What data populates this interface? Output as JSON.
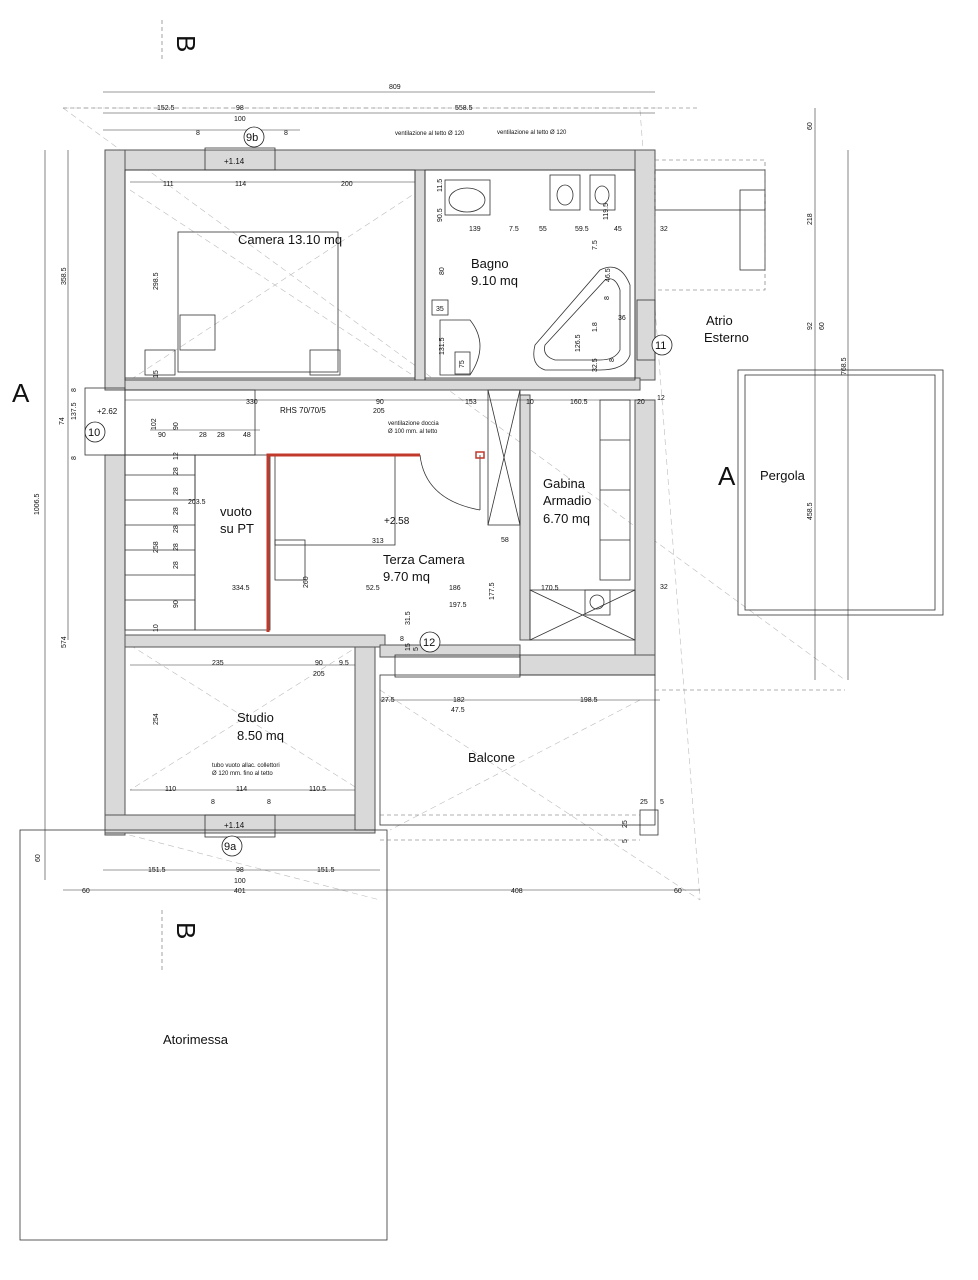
{
  "rooms": {
    "camera": "Camera 13.10 mq",
    "bagno_1": "Bagno",
    "bagno_2": "9.10 mq",
    "atrio_1": "Atrio",
    "atrio_2": "Esterno",
    "pergola": "Pergola",
    "gabina_1": "Gabina",
    "gabina_2": "Armadio",
    "gabina_3": "6.70 mq",
    "vuoto_1": "vuoto",
    "vuoto_2": "su PT",
    "terza_1": "Terza Camera",
    "terza_2": "9.70 mq",
    "studio_1": "Studio",
    "studio_2": "8.50 mq",
    "balcone": "Balcone",
    "autorimessa": "Atorimessa"
  },
  "sections": {
    "a_left": "A",
    "a_right": "A",
    "b_top": "B",
    "b_bottom": "B"
  },
  "markers": {
    "m9b": "9b",
    "m9a": "9a",
    "m10": "10",
    "m11": "11",
    "m12": "12"
  },
  "levels": {
    "top": "+1.14",
    "bottom": "+1.14",
    "left": "+2.62",
    "center": "+2.58"
  },
  "notes": {
    "beam": "RHS 70/70/5",
    "vent1": "ventilazione al tetto Ø 120",
    "vent2": "ventilazione al tetto Ø 120",
    "doccia_1": "ventilazione doccia",
    "doccia_2": "Ø 100 mm. al tetto",
    "tubo_1": "tubo vuoto allac. collettori",
    "tubo_2": "Ø 120 mm. fino al tetto"
  },
  "dims": {
    "d809": "809",
    "d1525": "152.5",
    "d98t": "98",
    "d100t": "100",
    "d5585": "558.5",
    "d8a": "8",
    "d8b": "8",
    "d60r": "60",
    "d218": "218",
    "d111": "111",
    "d114t": "114",
    "d200": "200",
    "d905": "90.5",
    "d115": "11.5",
    "d139": "139",
    "d75a": "7.5",
    "d55": "55",
    "d595": "59.5",
    "d1195": "119.5",
    "d45": "45",
    "d32a": "32",
    "d75b": "7.5",
    "d465": "46.5",
    "d8c": "8",
    "d36": "36",
    "d18": "1.8",
    "d1265": "126.5",
    "d325": "32.5",
    "d8d": "8",
    "d80": "80",
    "d35": "35",
    "d1315": "131.5",
    "d75c": "75",
    "d2985": "298.5",
    "d3585": "358.5",
    "d15": "15",
    "d92": "92",
    "d60b": "60",
    "d7685": "768.5",
    "d330": "330",
    "d90a": "90",
    "d205a": "205",
    "d153": "153",
    "d10a": "10",
    "d1605": "160.5",
    "d20": "20",
    "d12a": "12",
    "d8e": "8",
    "d1375": "137.5",
    "d74": "74",
    "d8f": "8",
    "d102": "102",
    "d90b": "90",
    "d90c": "90",
    "d28a": "28",
    "d28b": "28",
    "d48": "48",
    "d12b": "12",
    "d28c": "28",
    "d28d": "28",
    "d2035": "203.5",
    "d28e": "28",
    "d28f": "28",
    "d28g": "28",
    "d258": "258",
    "d28h": "28",
    "d313": "313",
    "d58": "58",
    "d3345": "334.5",
    "d260": "260",
    "d525": "52.5",
    "d186": "186",
    "d1775": "177.5",
    "d1705": "170.5",
    "d32b": "32",
    "d1975": "197.5",
    "d315": "31.5",
    "d8g": "8",
    "d15b": "15",
    "d5b": "5",
    "d90d": "90",
    "d10b": "10",
    "d10065": "1006.5",
    "d4585": "458.5",
    "d574": "574",
    "d235": "235",
    "d90e": "90",
    "d95": "9.5",
    "d205b": "205",
    "d275": "27.5",
    "d182": "182",
    "d475": "47.5",
    "d1985": "198.5",
    "d254": "254",
    "d110": "110",
    "d114b": "114",
    "d1105": "110.5",
    "d8h": "8",
    "d8i": "8",
    "d25a": "25",
    "d5c": "5",
    "d25b": "25",
    "d5d": "5",
    "d60c": "60",
    "d1515a": "151.5",
    "d98b": "98",
    "d100b": "100",
    "d1515b": "151.5",
    "d60d": "60",
    "d401": "401",
    "d408": "408",
    "d60e": "60"
  }
}
